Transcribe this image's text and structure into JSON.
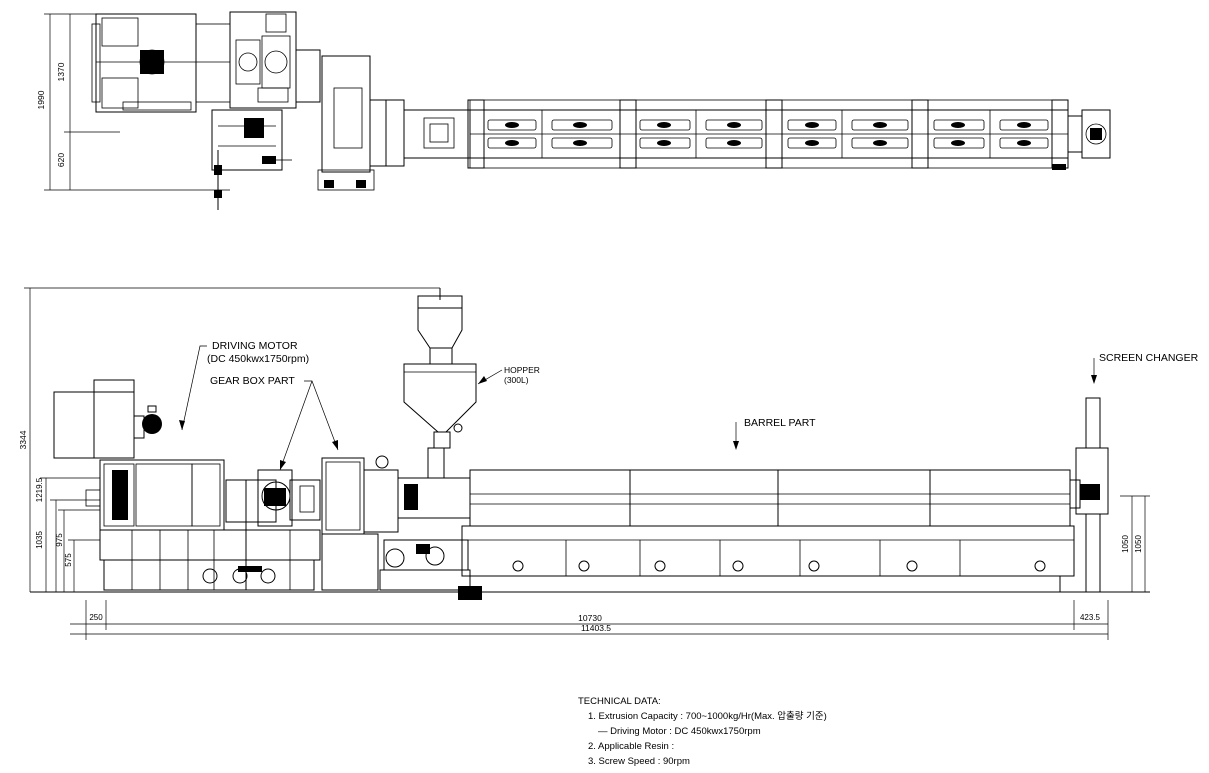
{
  "labels": {
    "driving_motor": "DRIVING MOTOR",
    "driving_motor_spec": "(DC 450kwx1750rpm)",
    "gear_box": "GEAR BOX PART",
    "hopper": "HOPPER",
    "hopper_spec": "(300L)",
    "barrel": "BARREL PART",
    "screen_changer": "SCREEN CHANGER"
  },
  "dimensions": {
    "plan_total_height": "1990",
    "plan_upper": "1370",
    "plan_lower": "620",
    "elev_total_height": "3344",
    "elev_h1": "1219.5",
    "elev_h2": "1035",
    "elev_h3": "975",
    "elev_h4": "575",
    "right_h1": "1050",
    "right_h2": "1050",
    "len_left": "250",
    "len_main": "10730",
    "len_right": "423.5",
    "len_total": "11403.5"
  },
  "technical_data": {
    "title": "TECHNICAL DATA:",
    "items": [
      "1. Extrusion Capacity : 700~1000kg/Hr(Max. 압출량 기준)",
      "— Driving Motor : DC 450kwx1750rpm",
      "2. Applicable Resin :",
      "3. Screw Speed : 90rpm"
    ]
  }
}
